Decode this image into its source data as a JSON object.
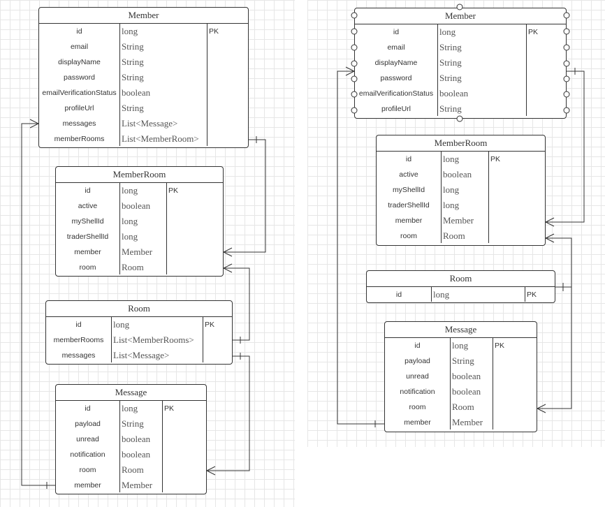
{
  "left": {
    "member": {
      "title": "Member",
      "rows": [
        {
          "name": "id",
          "type": "long",
          "key": "PK"
        },
        {
          "name": "email",
          "type": "String",
          "key": ""
        },
        {
          "name": "displayName",
          "type": "String",
          "key": ""
        },
        {
          "name": "password",
          "type": "String",
          "key": ""
        },
        {
          "name": "emailVerificationStatus",
          "type": "boolean",
          "key": ""
        },
        {
          "name": "profileUrl",
          "type": "String",
          "key": ""
        },
        {
          "name": "messages",
          "type": "List<Message>",
          "key": ""
        },
        {
          "name": "memberRooms",
          "type": "List<MemberRoom>",
          "key": ""
        }
      ]
    },
    "member_room": {
      "title": "MemberRoom",
      "rows": [
        {
          "name": "id",
          "type": "long",
          "key": "PK"
        },
        {
          "name": "active",
          "type": "boolean",
          "key": ""
        },
        {
          "name": "myShellId",
          "type": "long",
          "key": ""
        },
        {
          "name": "traderShellId",
          "type": "long",
          "key": ""
        },
        {
          "name": "member",
          "type": "Member",
          "key": ""
        },
        {
          "name": "room",
          "type": "Room",
          "key": ""
        }
      ]
    },
    "room": {
      "title": "Room",
      "rows": [
        {
          "name": "id",
          "type": "long",
          "key": "PK"
        },
        {
          "name": "memberRooms",
          "type": "List<MemberRooms>",
          "key": ""
        },
        {
          "name": "messages",
          "type": "List<Message>",
          "key": ""
        }
      ]
    },
    "message": {
      "title": "Message",
      "rows": [
        {
          "name": "id",
          "type": "long",
          "key": "PK"
        },
        {
          "name": "payload",
          "type": "String",
          "key": ""
        },
        {
          "name": "unread",
          "type": "boolean",
          "key": ""
        },
        {
          "name": "notification",
          "type": "boolean",
          "key": ""
        },
        {
          "name": "room",
          "type": "Room",
          "key": ""
        },
        {
          "name": "member",
          "type": "Member",
          "key": ""
        }
      ]
    }
  },
  "right": {
    "member": {
      "title": "Member",
      "rows": [
        {
          "name": "id",
          "type": "long",
          "key": "PK"
        },
        {
          "name": "email",
          "type": "String",
          "key": ""
        },
        {
          "name": "displayName",
          "type": "String",
          "key": ""
        },
        {
          "name": "password",
          "type": "String",
          "key": ""
        },
        {
          "name": "emailVerificationStatus",
          "type": "boolean",
          "key": ""
        },
        {
          "name": "profileUrl",
          "type": "String",
          "key": ""
        }
      ]
    },
    "member_room": {
      "title": "MemberRoom",
      "rows": [
        {
          "name": "id",
          "type": "long",
          "key": "PK"
        },
        {
          "name": "active",
          "type": "boolean",
          "key": ""
        },
        {
          "name": "myShellId",
          "type": "long",
          "key": ""
        },
        {
          "name": "traderShellId",
          "type": "long",
          "key": ""
        },
        {
          "name": "member",
          "type": "Member",
          "key": ""
        },
        {
          "name": "room",
          "type": "Room",
          "key": ""
        }
      ]
    },
    "room": {
      "title": "Room",
      "rows": [
        {
          "name": "id",
          "type": "long",
          "key": "PK"
        }
      ]
    },
    "message": {
      "title": "Message",
      "rows": [
        {
          "name": "id",
          "type": "long",
          "key": "PK"
        },
        {
          "name": "payload",
          "type": "String",
          "key": ""
        },
        {
          "name": "unread",
          "type": "boolean",
          "key": ""
        },
        {
          "name": "notification",
          "type": "boolean",
          "key": ""
        },
        {
          "name": "room",
          "type": "Room",
          "key": ""
        },
        {
          "name": "member",
          "type": "Member",
          "key": ""
        }
      ]
    }
  }
}
